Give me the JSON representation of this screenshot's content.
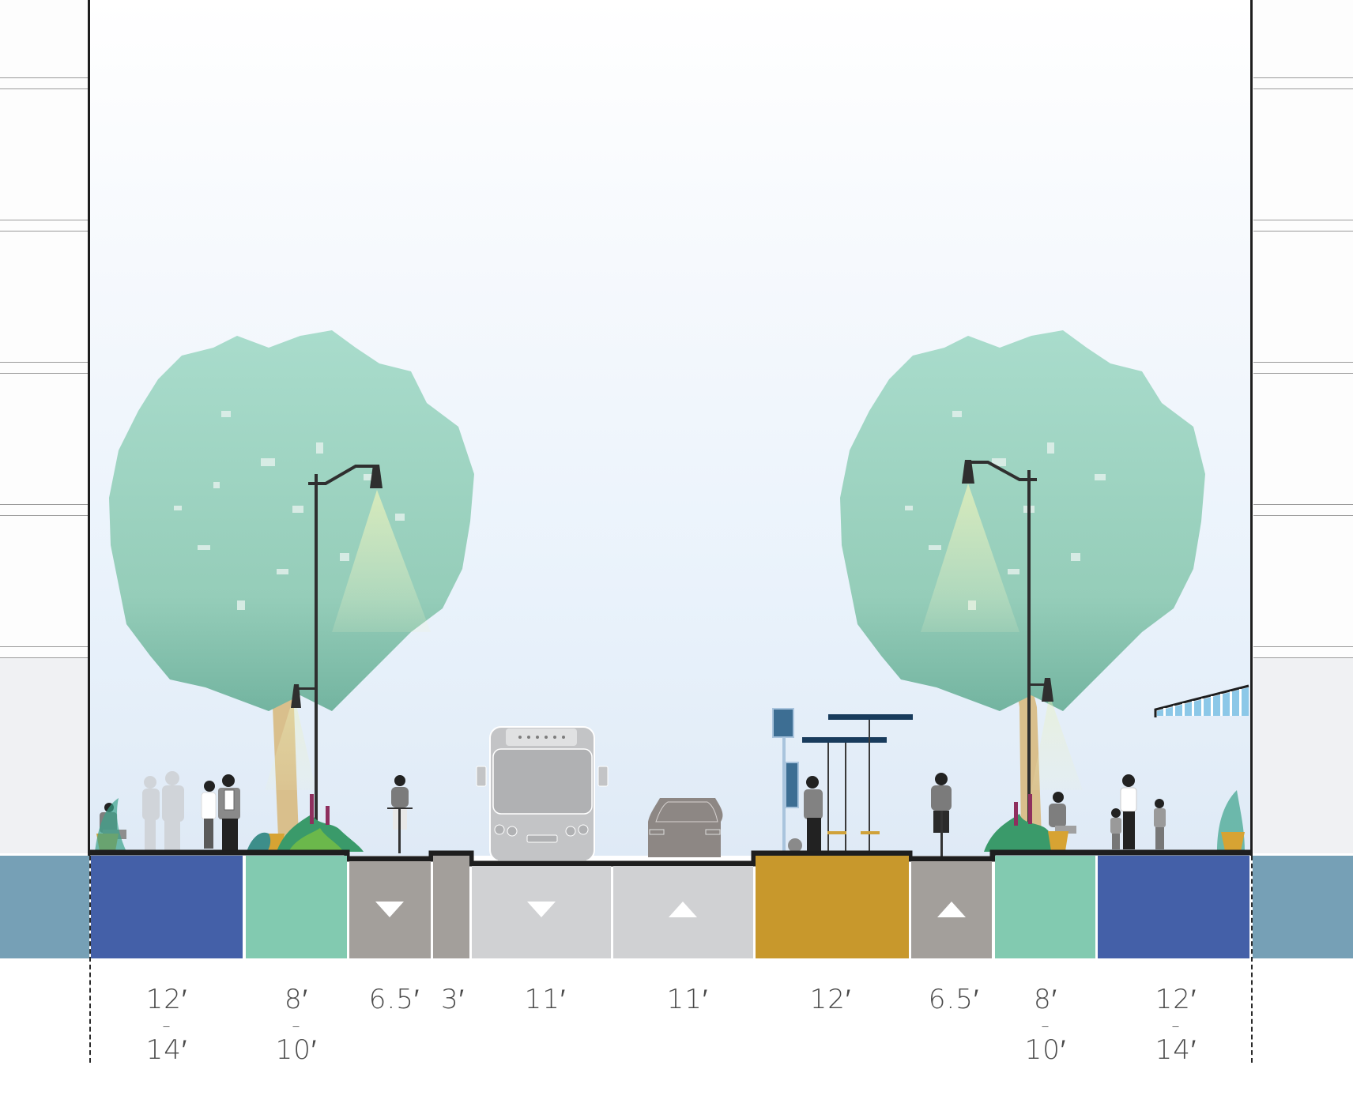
{
  "diagram": {
    "type": "street cross-section",
    "colors": {
      "sidewalk": "#4460a8",
      "planting_strip": "#82cab0",
      "bike_lane": "#a39f9b",
      "buffer": "#a39f9b",
      "travel_lane": "#d0d1d3",
      "bus_platform": "#c8982c",
      "outside_row": "#76a0b6",
      "sky_top": "#ffffff",
      "sky_bottom": "#dfeaf6",
      "tree_canopy": "#9fd4c4",
      "ground_line": "#1e1e1e"
    },
    "segments": [
      {
        "id": "sidewalk-left",
        "label_top": "12′",
        "label_sep": "–",
        "label_bottom": "14′",
        "arrow": ""
      },
      {
        "id": "planting-left",
        "label_top": "8′",
        "label_sep": "–",
        "label_bottom": "10′",
        "arrow": ""
      },
      {
        "id": "bike-lane-left",
        "label_top": "6.5′",
        "label_sep": "",
        "label_bottom": "",
        "arrow": "down"
      },
      {
        "id": "buffer",
        "label_top": "3′",
        "label_sep": "",
        "label_bottom": "",
        "arrow": ""
      },
      {
        "id": "travel-lane-left",
        "label_top": "11′",
        "label_sep": "",
        "label_bottom": "",
        "arrow": "down"
      },
      {
        "id": "travel-lane-right",
        "label_top": "11′",
        "label_sep": "",
        "label_bottom": "",
        "arrow": "up"
      },
      {
        "id": "bus-platform",
        "label_top": "12′",
        "label_sep": "",
        "label_bottom": "",
        "arrow": ""
      },
      {
        "id": "bike-lane-right",
        "label_top": "6.5′",
        "label_sep": "",
        "label_bottom": "",
        "arrow": "up"
      },
      {
        "id": "planting-right",
        "label_top": "8′",
        "label_sep": "–",
        "label_bottom": "10′",
        "arrow": ""
      },
      {
        "id": "sidewalk-right",
        "label_top": "12′",
        "label_sep": "–",
        "label_bottom": "14′",
        "arrow": ""
      }
    ],
    "scene_elements": [
      "tree-left",
      "tree-right",
      "streetlight-left",
      "streetlight-right",
      "pedestrians",
      "cyclist-left",
      "cyclist-right",
      "bus",
      "car",
      "bus-shelter",
      "bus-stop-sign",
      "planters",
      "awning"
    ]
  }
}
